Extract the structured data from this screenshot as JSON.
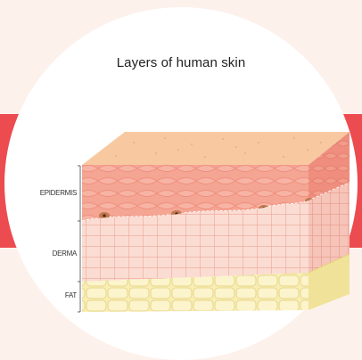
{
  "title": "Layers of human skin",
  "layers": [
    {
      "id": "epidermis",
      "label": "EPIDERMIS"
    },
    {
      "id": "derma",
      "label": "DERMA"
    },
    {
      "id": "fat",
      "label": "FAT"
    }
  ],
  "colors": {
    "background": "#fdf1ec",
    "band": "#ec4b4f",
    "circle": "#ffffff",
    "epidermis_top": "#f8c9a0",
    "epidermis": "#f4a593",
    "derma": "#fad3c8",
    "fat": "#f7e9a8"
  }
}
